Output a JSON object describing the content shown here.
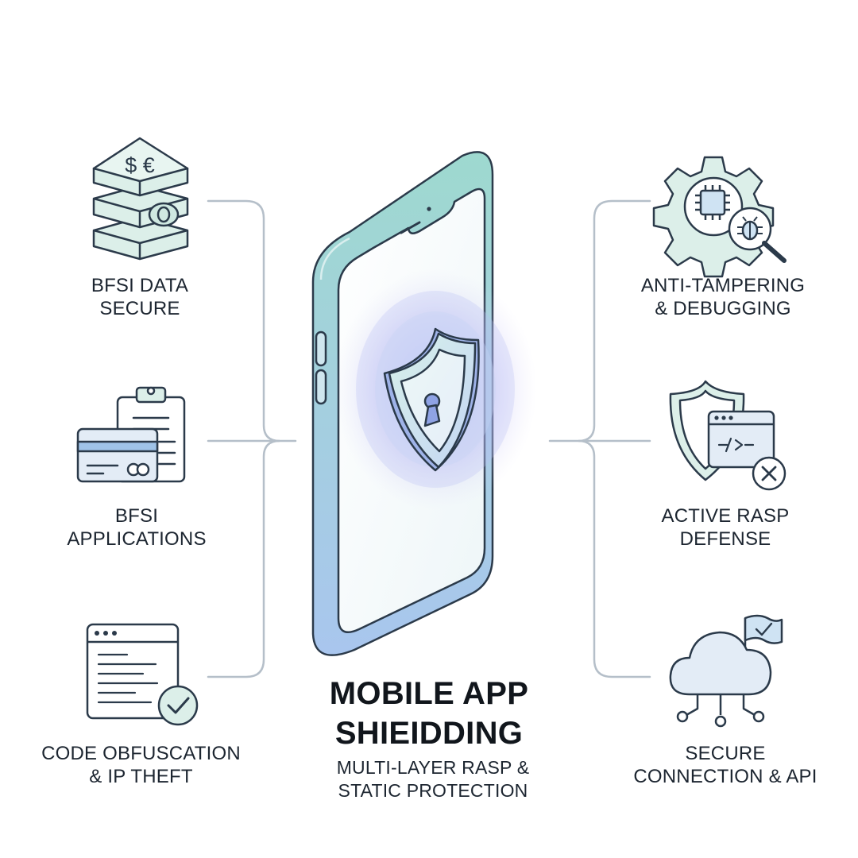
{
  "colors": {
    "outline": "#2b3a4a",
    "connector": "#b5bfc9",
    "phone_frame_top": "#9ed9cf",
    "phone_frame_bottom": "#a9c6ee",
    "screen": "#f3fafb",
    "glow": "#a9b2f0",
    "icon_fill_mint": "#dcefe9",
    "icon_fill_blue": "#e3ecf6"
  },
  "features_left": [
    {
      "id": "bfsi-data",
      "icon": "database-currency-icon",
      "line1": "BFSI DATA",
      "line2": "SECURE",
      "currency_symbols": "$ €"
    },
    {
      "id": "bfsi-apps",
      "icon": "card-clipboard-icon",
      "line1": "BFSI",
      "line2": "APPLICATIONS"
    },
    {
      "id": "code-obfuscation",
      "icon": "code-window-check-icon",
      "line1": "CODE OBFUSCATION",
      "line2": "& IP THEFT"
    }
  ],
  "features_right": [
    {
      "id": "anti-tampering",
      "icon": "gear-chip-bug-icon",
      "line1": "ANTI-TAMPERING",
      "line2": "& DEBUGGING"
    },
    {
      "id": "active-rasp",
      "icon": "shield-window-x-icon",
      "line1": "ACTIVE RASP",
      "line2": "DEFENSE"
    },
    {
      "id": "secure-connection",
      "icon": "cloud-network-flag-icon",
      "line1": "SECURE",
      "line2": "CONNECTION & API"
    }
  ],
  "title": {
    "line1": "MOBILE APP",
    "line2": "SHIEIDDING"
  },
  "subtitle": {
    "line1": "MULTI-LAYER RASP &",
    "line2": "STATIC PROTECTION"
  }
}
